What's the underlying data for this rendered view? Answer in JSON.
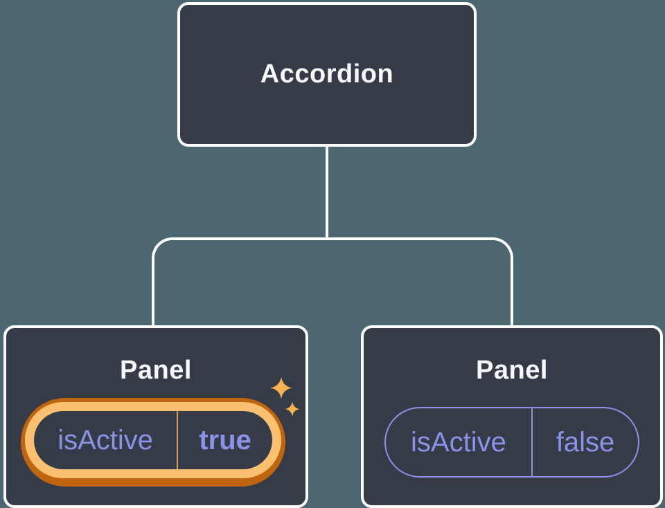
{
  "diagram": {
    "root": {
      "label": "Accordion"
    },
    "children": [
      {
        "label": "Panel",
        "state": {
          "name": "isActive",
          "value": "true"
        },
        "active": true,
        "sparkles": true
      },
      {
        "label": "Panel",
        "state": {
          "name": "isActive",
          "value": "false"
        },
        "active": false,
        "sparkles": false
      }
    ]
  },
  "colors": {
    "background": "#4c6770",
    "node_fill": "#353b47",
    "node_border": "#ffffff",
    "title_text": "#f7f9fb",
    "state_text": "#8b92e8",
    "active_ring_outer": "#bf650f",
    "active_ring_inner": "#fbc170",
    "active_divider": "#dd9a4a",
    "sparkle": "#f8b250"
  }
}
